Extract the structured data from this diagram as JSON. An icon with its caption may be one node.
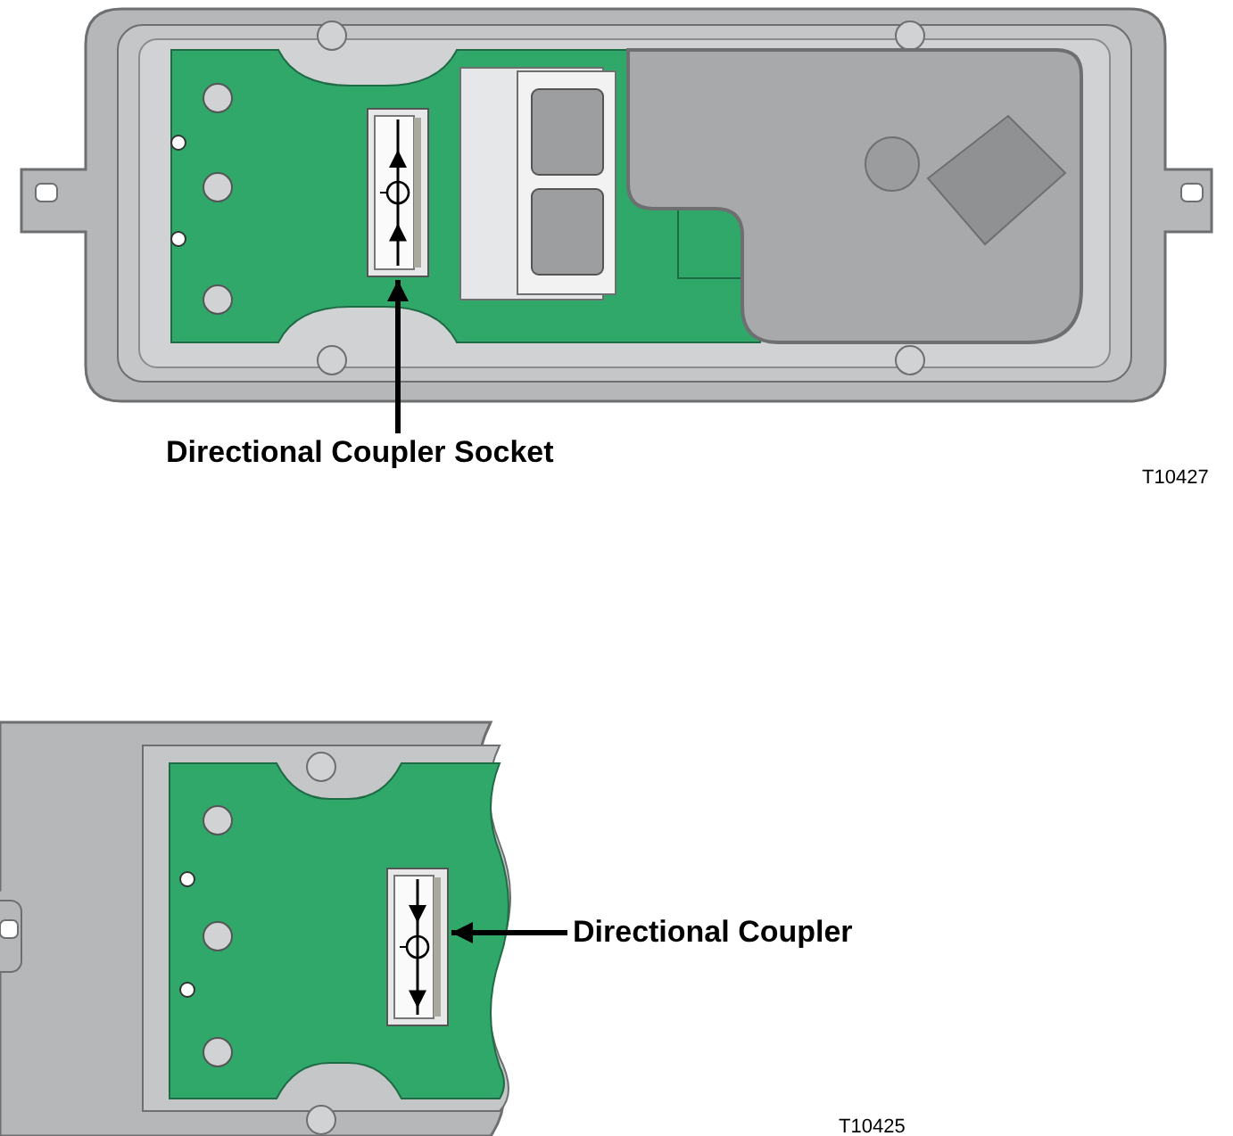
{
  "diagram": {
    "nodes": [
      {
        "text": [
          "Directional Coupler Socket"
        ]
      },
      {
        "text": [],
        "shape": "picture"
      },
      {
        "text": [
          "Directional Coupler"
        ]
      },
      {
        "text": [],
        "shape": "picture"
      }
    ],
    "edges": [
      {
        "from": 0,
        "to": 1,
        "arrow": "to"
      },
      {
        "from": 2,
        "to": 3,
        "arrow": "to"
      }
    ],
    "labels": [
      "T10427",
      "T10425"
    ]
  }
}
